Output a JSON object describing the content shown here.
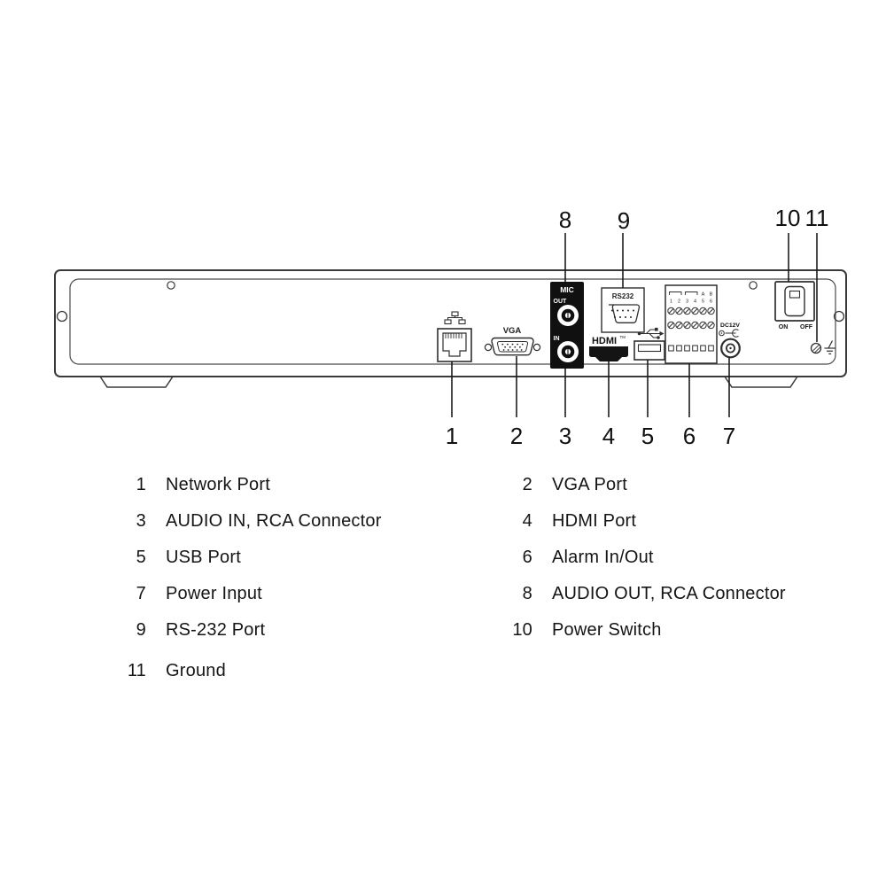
{
  "diagram": {
    "callouts": {
      "top": [
        "8",
        "9",
        "10",
        "11"
      ],
      "bottom": [
        "1",
        "2",
        "3",
        "4",
        "5",
        "6",
        "7"
      ]
    },
    "labels": {
      "mic": "MIC",
      "audio_out": "OUT",
      "audio_in": "IN",
      "vga": "VGA",
      "rs232": "RS232",
      "hdmi": "HDMI",
      "hdmi_tm": "TM",
      "dc12v": "DC12V",
      "switch_on": "ON",
      "switch_off": "OFF",
      "alarm_a": "A",
      "alarm_b": "B",
      "alarm_numbers": [
        "1",
        "2",
        "3",
        "4",
        "5",
        "6"
      ]
    }
  },
  "legend": {
    "rows": [
      {
        "left_num": "1",
        "left_label": "Network Port",
        "right_num": "2",
        "right_label": "VGA Port"
      },
      {
        "left_num": "3",
        "left_label": "AUDIO IN, RCA Connector",
        "right_num": "4",
        "right_label": "HDMI Port"
      },
      {
        "left_num": "5",
        "left_label": "USB Port",
        "right_num": "6",
        "right_label": "Alarm In/Out"
      },
      {
        "left_num": "7",
        "left_label": "Power Input",
        "right_num": "8",
        "right_label": "AUDIO OUT, RCA Connector"
      },
      {
        "left_num": "9",
        "left_label": "RS-232 Port",
        "right_num": "10",
        "right_label": "Power Switch"
      },
      {
        "left_num": "11",
        "left_label": "Ground",
        "right_num": "",
        "right_label": ""
      }
    ]
  }
}
